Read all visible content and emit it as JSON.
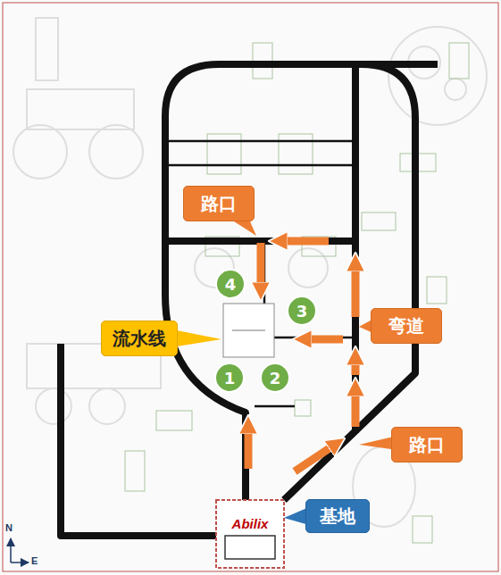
{
  "diagram": {
    "nodes": [
      {
        "text": [
          "路口"
        ]
      },
      {
        "text": [
          "4"
        ]
      },
      {
        "text": [
          "3"
        ]
      },
      {
        "text": [
          "流水线"
        ]
      },
      {
        "text": [
          "弯道"
        ]
      },
      {
        "text": [
          "1"
        ]
      },
      {
        "text": [
          "2"
        ]
      },
      {
        "text": [
          "路口"
        ]
      },
      {
        "text": [
          "基地"
        ]
      }
    ],
    "labels": [
      "Abilix",
      "N",
      "E"
    ]
  }
}
